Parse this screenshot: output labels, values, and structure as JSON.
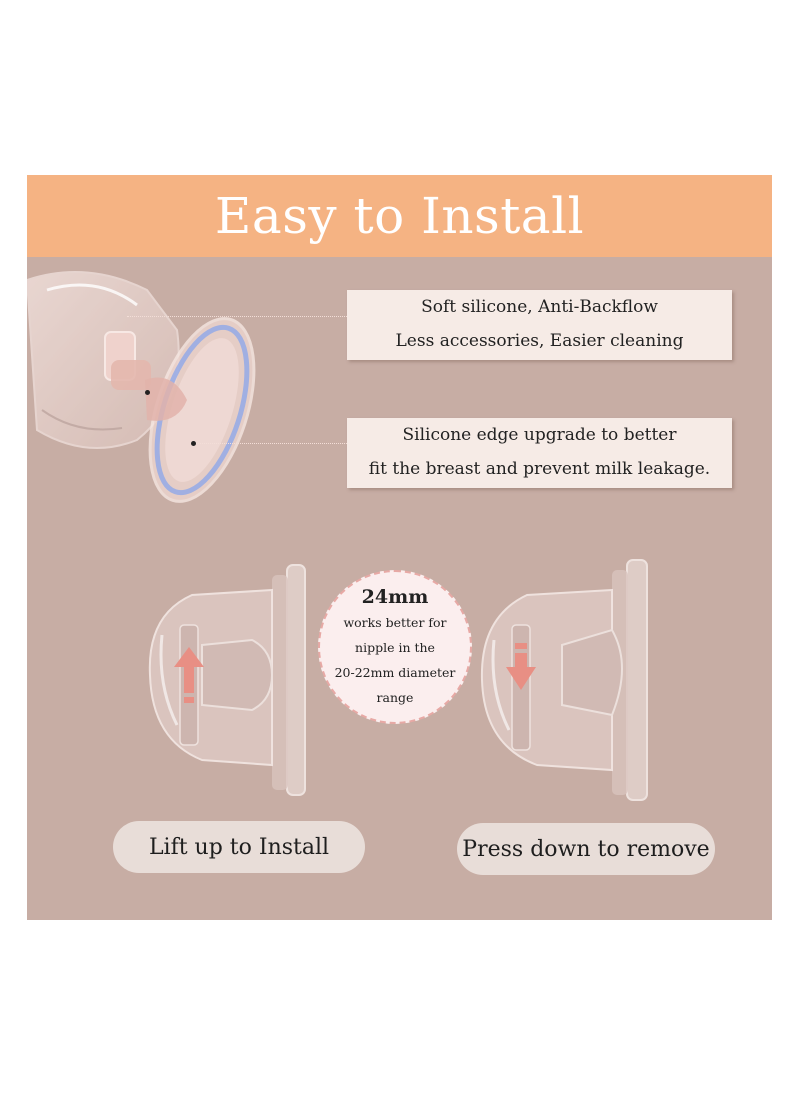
{
  "banner": {
    "title": "Easy to Install"
  },
  "callouts": [
    {
      "line1": "Soft silicone,  Anti-Backflow",
      "line2": "Less accessories, Easier cleaning"
    },
    {
      "line1": "Silicone edge upgrade to better",
      "line2": "fit the breast and prevent milk leakage."
    }
  ],
  "badge": {
    "size": "24mm",
    "line1": "works better for",
    "line2": "nipple in the",
    "line3": "20-22mm diameter",
    "line4": "range"
  },
  "steps": [
    {
      "label": "Lift up to Install",
      "arrow": "arrow-up-icon"
    },
    {
      "label": "Press down to remove",
      "arrow": "arrow-down-icon"
    }
  ],
  "colors": {
    "panel_bg": "#c7ada4",
    "banner_bg": "#f5b383",
    "callout_bg": "#f6ebe6",
    "pill_bg": "#e8ddd8",
    "arrow": "#e88f84"
  }
}
